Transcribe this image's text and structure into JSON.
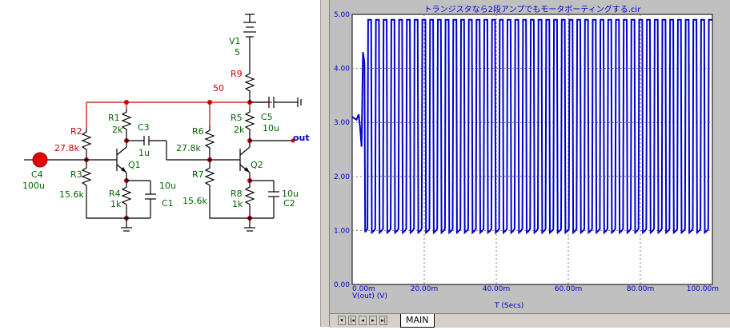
{
  "schematic": {
    "components": {
      "V1": {
        "name": "V1",
        "value": "5"
      },
      "R9": {
        "name": "R9",
        "value": "50"
      },
      "R1": {
        "name": "R1",
        "value": "2k"
      },
      "R2": {
        "name": "R2",
        "value": "27.8k"
      },
      "R3": {
        "name": "R3",
        "value": "15.6k"
      },
      "R4": {
        "name": "R4",
        "value": "1k"
      },
      "R5": {
        "name": "R5",
        "value": "2k"
      },
      "R6": {
        "name": "R6",
        "value": "27.8k"
      },
      "R7": {
        "name": "R7",
        "value": "15.6k"
      },
      "R8": {
        "name": "R8",
        "value": "1k"
      },
      "C1": {
        "name": "C1",
        "value": "10u"
      },
      "C2": {
        "name": "C2",
        "value": "10u"
      },
      "C3": {
        "name": "C3",
        "value": "1u"
      },
      "C4": {
        "name": "C4",
        "value": "100u"
      },
      "C5": {
        "name": "C5",
        "value": "10u"
      },
      "Q1": {
        "name": "Q1"
      },
      "Q2": {
        "name": "Q2"
      }
    },
    "out_label": "out",
    "colors": {
      "wire": "#000000",
      "rail": "#cc0000",
      "label_red": "#cc0000",
      "label_green": "#006600",
      "node_dot": "#cc0000",
      "out_label": "#0000cc"
    }
  },
  "plot": {
    "title": "トランジスタなら2段アンプでもモータボーティングする.cir",
    "xlabel": "T (Secs)",
    "trace_label": "V(out) (V)",
    "tabs": [
      {
        "label": "MAIN"
      }
    ],
    "colors": {
      "trace": "#0000cc",
      "background": "#ffffff",
      "frame": "#c0c0c0",
      "grid": "#808080"
    }
  },
  "chart_data": {
    "type": "line",
    "title": "トランジスタなら2段アンプでもモータボーティングする.cir",
    "xlabel": "T (Secs)",
    "ylabel": "",
    "x_ticks": [
      "0.00m",
      "20.00m",
      "40.00m",
      "60.00m",
      "80.00m",
      "100.00m"
    ],
    "y_ticks": [
      "0.00",
      "1.00",
      "2.00",
      "3.00",
      "4.00",
      "5.00"
    ],
    "xlim": [
      0,
      0.1
    ],
    "ylim": [
      0,
      5
    ],
    "grid": true,
    "series": [
      {
        "name": "V(out) (V)",
        "description": "square-ish oscillation between about 1.0 V and 4.9 V after a brief start near 3.1 V",
        "start_value": 3.1,
        "low": 0.98,
        "high": 4.9,
        "period": 0.00215,
        "onset": 0.0036
      }
    ]
  }
}
